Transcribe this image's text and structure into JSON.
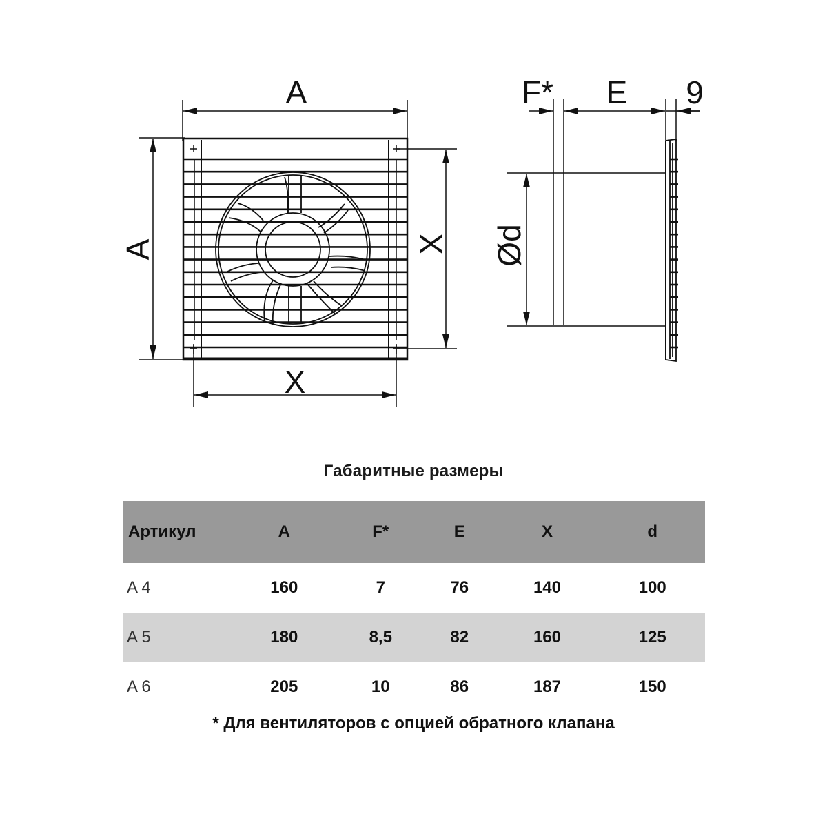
{
  "drawing": {
    "front_view": {
      "labels": {
        "top_width": "A",
        "left_height": "A",
        "right_height": "X",
        "bottom_width": "X"
      }
    },
    "side_view": {
      "labels": {
        "f_dim": "F*",
        "e_dim": "E",
        "grille_depth": "9",
        "diameter": "Ød"
      }
    }
  },
  "table": {
    "title": "Габаритные размеры",
    "columns": [
      "Артикул",
      "A",
      "F*",
      "E",
      "X",
      "d"
    ],
    "rows": [
      {
        "article": "A 4",
        "A": "160",
        "F": "7",
        "E": "76",
        "X": "140",
        "d": "100"
      },
      {
        "article": "A 5",
        "A": "180",
        "F": "8,5",
        "E": "82",
        "X": "160",
        "d": "125"
      },
      {
        "article": "A 6",
        "A": "205",
        "F": "10",
        "E": "86",
        "X": "187",
        "d": "150"
      }
    ],
    "header_color": "#999999",
    "stripe_color": "#d3d3d3"
  },
  "footnote": "* Для вентиляторов с опцией обратного клапана",
  "chart_data": {
    "type": "table",
    "title": "Габаритные размеры",
    "columns": [
      "Артикул",
      "A",
      "F*",
      "E",
      "X",
      "d"
    ],
    "rows": [
      [
        "A 4",
        160,
        7,
        76,
        140,
        100
      ],
      [
        "A 5",
        180,
        8.5,
        82,
        160,
        125
      ],
      [
        "A 6",
        205,
        10,
        86,
        187,
        150
      ]
    ],
    "notes": "* Для вентиляторов с опцией обратного клапана"
  }
}
